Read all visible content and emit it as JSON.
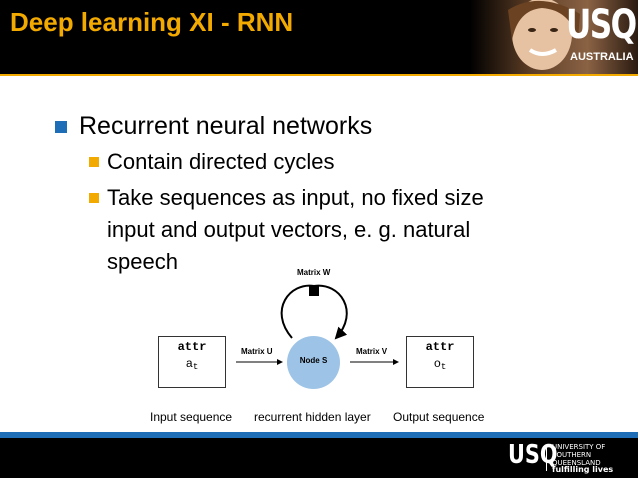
{
  "header": {
    "title": "Deep learning XI - RNN",
    "logo_text": "USQ",
    "logo_subtext": "AUSTRALIA"
  },
  "bullets": {
    "level1": "Recurrent neural networks",
    "level2": [
      "Contain directed cycles",
      "Take sequences as input, no fixed size input and output vectors, e. g. natural speech"
    ]
  },
  "diagram": {
    "input_box": {
      "line1": "attr",
      "line2": "a",
      "subscript": "t"
    },
    "output_box": {
      "line1": "attr",
      "line2": "o",
      "subscript": "t"
    },
    "matrix_u": "Matrix U",
    "matrix_v": "Matrix V",
    "matrix_w": "Matrix W",
    "node": "Node S",
    "captions": [
      "Input sequence",
      "recurrent hidden layer",
      "Output sequence"
    ]
  },
  "footer": {
    "logo_text": "USQ",
    "university_line1": "UNIVERSITY OF",
    "university_line2": "SOUTHERN QUEENSLAND",
    "tagline": "fulfilling lives"
  },
  "colors": {
    "title": "#F2A900",
    "bullet_l1": "#1E6DB7",
    "bullet_l2": "#F2A900",
    "node": "#9DC3E6",
    "footer_rule": "#1E6DB7"
  }
}
